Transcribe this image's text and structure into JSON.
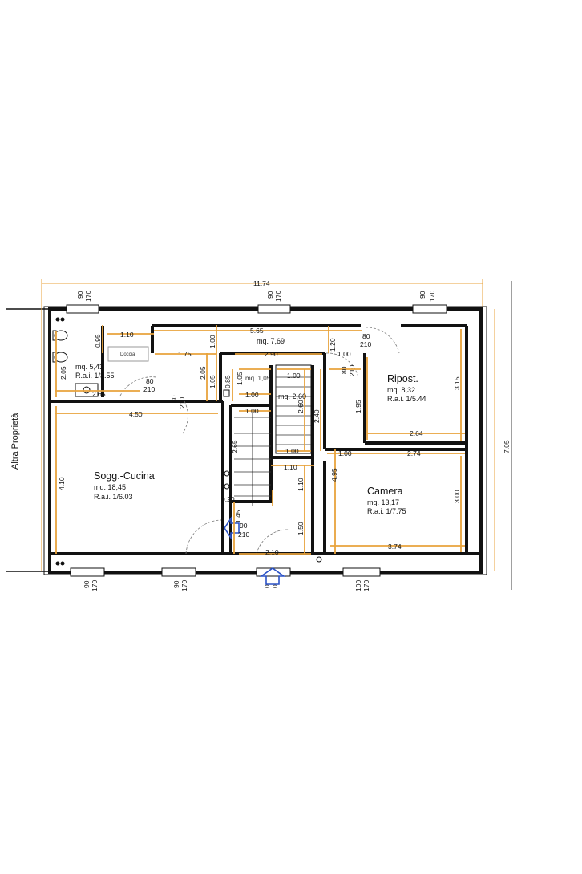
{
  "plan": {
    "neighbor_label": "Altra Proprietà",
    "total_width": "11.74",
    "total_depth": "7.05",
    "rooms": {
      "corridor": {
        "area": "mq. 7,69",
        "length": "5.65"
      },
      "bath": {
        "area": "mq. 5,43",
        "rai": "R.a.i. 1/3.55",
        "shower": "Doccia"
      },
      "living": {
        "name": "Sogg.-Cucina",
        "area": "mq. 18,45",
        "rai": "R.a.i. 1/6.03"
      },
      "storage": {
        "name": "Ripost.",
        "area": "mq. 8,32",
        "rai": "R.a.i. 1/5.44"
      },
      "bedroom": {
        "name": "Camera",
        "area": "mq. 13,17",
        "rai": "R.a.i. 1/7.75"
      },
      "stair": {
        "area": "mq. 2,60"
      },
      "closet": {
        "area": "mq. 1,05"
      }
    },
    "windows_top": [
      {
        "w": "90",
        "h": "170"
      },
      {
        "w": "90",
        "h": "170"
      },
      {
        "w": "90",
        "h": "170"
      }
    ],
    "windows_bottom": [
      {
        "w": "90",
        "h": "170"
      },
      {
        "w": "90",
        "h": "170"
      },
      {
        "w": "0",
        "h": "0"
      },
      {
        "w": "100",
        "h": "170"
      }
    ],
    "doors": [
      {
        "w": "80",
        "h": "210"
      },
      {
        "w": "80",
        "h": "210"
      },
      {
        "w": "80",
        "h": "210"
      },
      {
        "w": "80",
        "h": "210"
      },
      {
        "w": "90",
        "h": "210"
      }
    ],
    "dims": {
      "d110": "1.10",
      "d095": "0.95",
      "d205": "2.05",
      "d175": "1.75",
      "d265a": "2.65",
      "d450": "4.50",
      "d410": "4.10",
      "d100a": "1.00",
      "d205b": "2.05",
      "d105": "1.05",
      "d085": "0.85",
      "d105b": "1.05",
      "d100b": "1.00",
      "d290": "2.90",
      "d100c": "1.00",
      "d120": "1.20",
      "d100d": "1.00",
      "d260": "2.60",
      "d240": "2.40",
      "d100e": "1.00",
      "d100f": "1.00",
      "d110b": "1.10",
      "d110c": "1.10",
      "d265b": "2.65",
      "d145": "1.45",
      "d020": "0.20",
      "d150": "1.50",
      "d210": "2.10",
      "d495": "4.95",
      "d195": "1.95",
      "d315": "3.15",
      "d264": "2.64",
      "d100g": "1.00",
      "d274": "2.74",
      "d300": "3.00",
      "d374": "3.74"
    }
  }
}
